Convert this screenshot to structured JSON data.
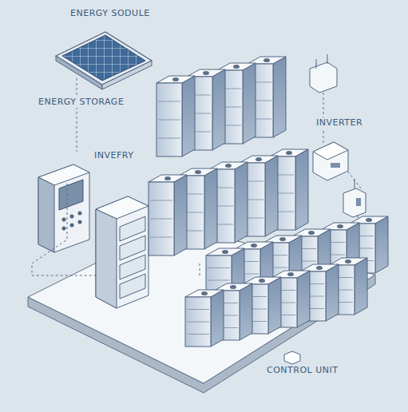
{
  "diagram": {
    "labels": [
      "ENERGY SODULE",
      "ENERGY STORAGE",
      "INVERTER",
      "INVEFRY",
      "CONTROL UNIT"
    ]
  }
}
